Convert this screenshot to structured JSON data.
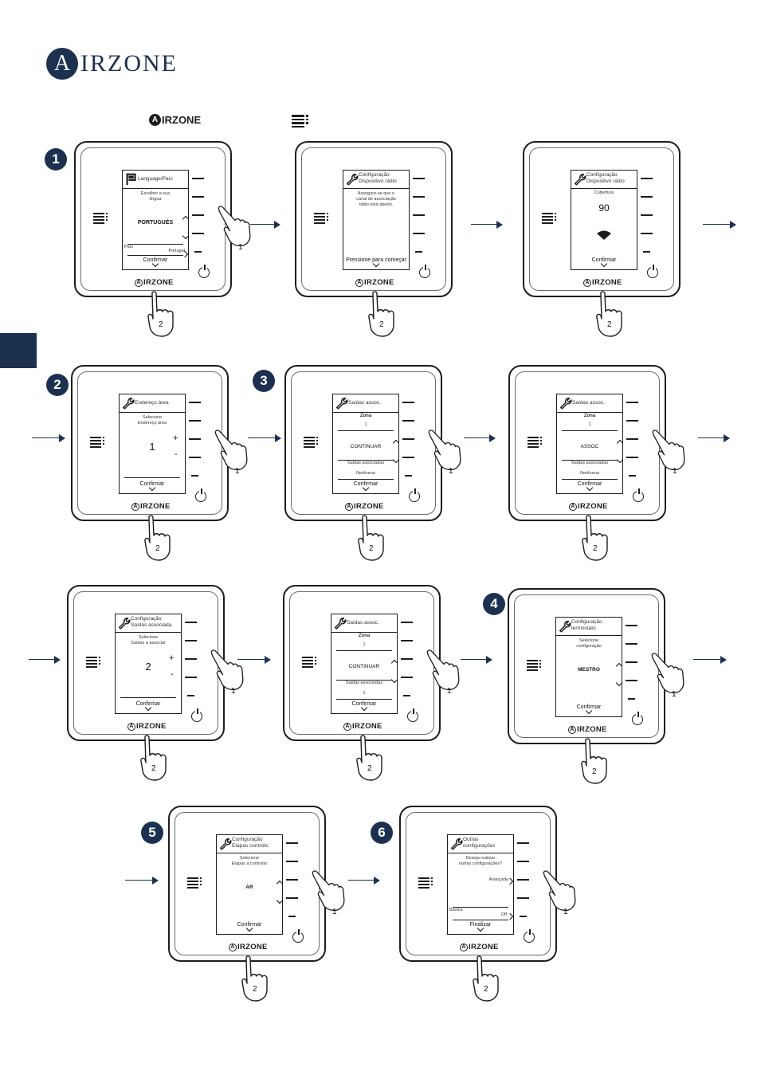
{
  "brand": {
    "logo_initial": "A",
    "logo_rest": "IRZONE",
    "small_initial": "A",
    "small_rest": "IRZONE"
  },
  "steps": [
    "1",
    "2",
    "3",
    "4",
    "5",
    "6"
  ],
  "hand_labels": {
    "finger_1": "1",
    "finger_2": "2"
  },
  "devices": [
    {
      "title": "Language/País",
      "lines": [
        "Escolher a sua",
        "língua"
      ],
      "value": "PORTUGUÉS",
      "sub_label": "País",
      "sub_value": "Portugal",
      "confirm": "Confirmar"
    },
    {
      "title": "Configuração\nDispositivo rádio",
      "lines": [
        "Assegure-se que o",
        "canal de associação",
        "rádio está aberto."
      ],
      "confirm": "Pressione para começar"
    },
    {
      "title": "Configuração\nDispositivo rádio",
      "label": "Cobertura",
      "value": "90",
      "confirm": "Confirmar"
    },
    {
      "title": "Endereço área",
      "lines": [
        "Selecione",
        "Endereço área"
      ],
      "value": "1",
      "plus": "+",
      "minus": "-",
      "confirm": "Confirmar"
    },
    {
      "title": "Saídas assoc.",
      "label": "Zona",
      "label_value": "1",
      "value": "CONTINUAR",
      "sub_label": "Saídas associadas",
      "sub_value": "Nenhuma",
      "confirm": "Confirmar"
    },
    {
      "title": "Saídas assoc.",
      "label": "Zona",
      "label_value": "1",
      "value": "ASSOC",
      "sub_label": "Saídas associadas",
      "sub_value": "Nenhuma",
      "confirm": "Confirmar"
    },
    {
      "title": "Configuração\nSaídas associada",
      "lines": [
        "Selecione",
        "Saídas a associar"
      ],
      "value": "2",
      "plus": "+",
      "minus": "-",
      "confirm": "Confirmar"
    },
    {
      "title": "Saídas assoc.",
      "label": "Zona",
      "label_value": "1",
      "value": "CONTINUAR",
      "sub_label": "Saídas associadas",
      "sub_value": "2",
      "confirm": "Confirmar"
    },
    {
      "title": "Configuração\ntermostato",
      "lines": [
        "Selecione",
        "configuração"
      ],
      "value": "MESTRO",
      "confirm": "Confirmar"
    },
    {
      "title": "Configuração\nEtapas controlo",
      "lines": [
        "Selecione",
        "Etapas a controlar"
      ],
      "value": "AR",
      "confirm": "Confirmar"
    },
    {
      "title": "Outras\nconfigurações",
      "lines": [
        "Deseja realizar",
        "outras configurações?"
      ],
      "option": "Avançada",
      "sub_label": "Básica",
      "sub_value": "Off",
      "confirm": "Finalizar"
    }
  ]
}
